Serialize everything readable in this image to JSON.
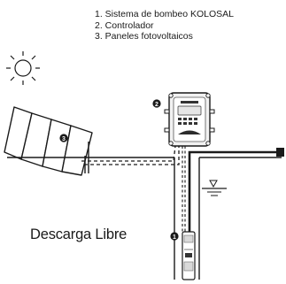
{
  "legend": {
    "items": [
      "1. Sistema de bombeo KOLOSAL",
      "2. Controlador",
      "3. Paneles fotovoltaicos"
    ]
  },
  "markers": {
    "pump": "1",
    "controller": "2",
    "panels": "3"
  },
  "caption": "Descarga Libre",
  "icons": [
    "sun-icon",
    "water-level-icon"
  ]
}
